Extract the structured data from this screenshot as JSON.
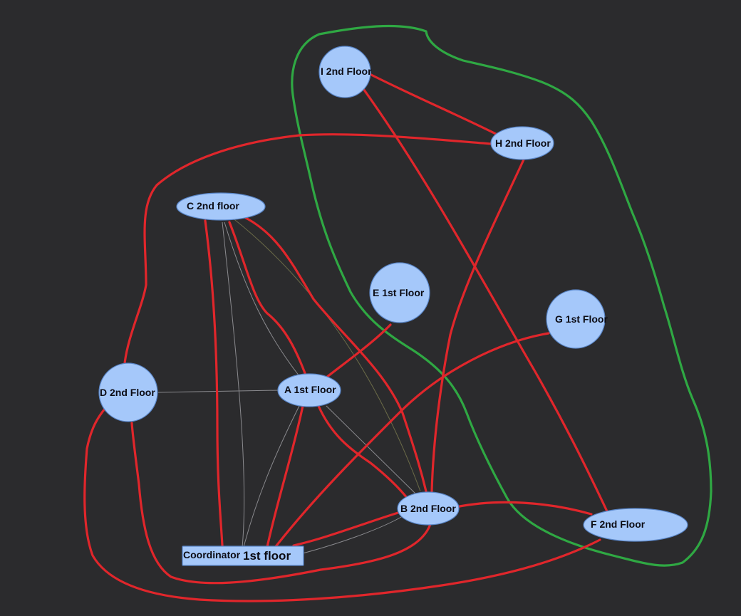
{
  "nodes": {
    "i": {
      "label": "I 2nd Floor"
    },
    "h": {
      "label": "H 2nd Floor"
    },
    "c": {
      "label": "C 2nd floor"
    },
    "e": {
      "label": "E 1st Floor"
    },
    "g": {
      "label": "G 1st Floor"
    },
    "d": {
      "label": "D 2nd Floor"
    },
    "a": {
      "label": "A 1st Floor"
    },
    "b": {
      "label": "B 2nd Floor"
    },
    "f": {
      "label": "F 2nd Floor"
    },
    "coordinator": {
      "label": "Coordinator",
      "sublabel": "1st floor"
    }
  },
  "colors": {
    "background": "#2b2b2d",
    "node_fill": "#a5c8fa",
    "node_stroke": "#5a86c8",
    "original_edge": "#8a8a8e",
    "red_annotation": "#e0262b",
    "green_annotation": "#2fa843"
  }
}
